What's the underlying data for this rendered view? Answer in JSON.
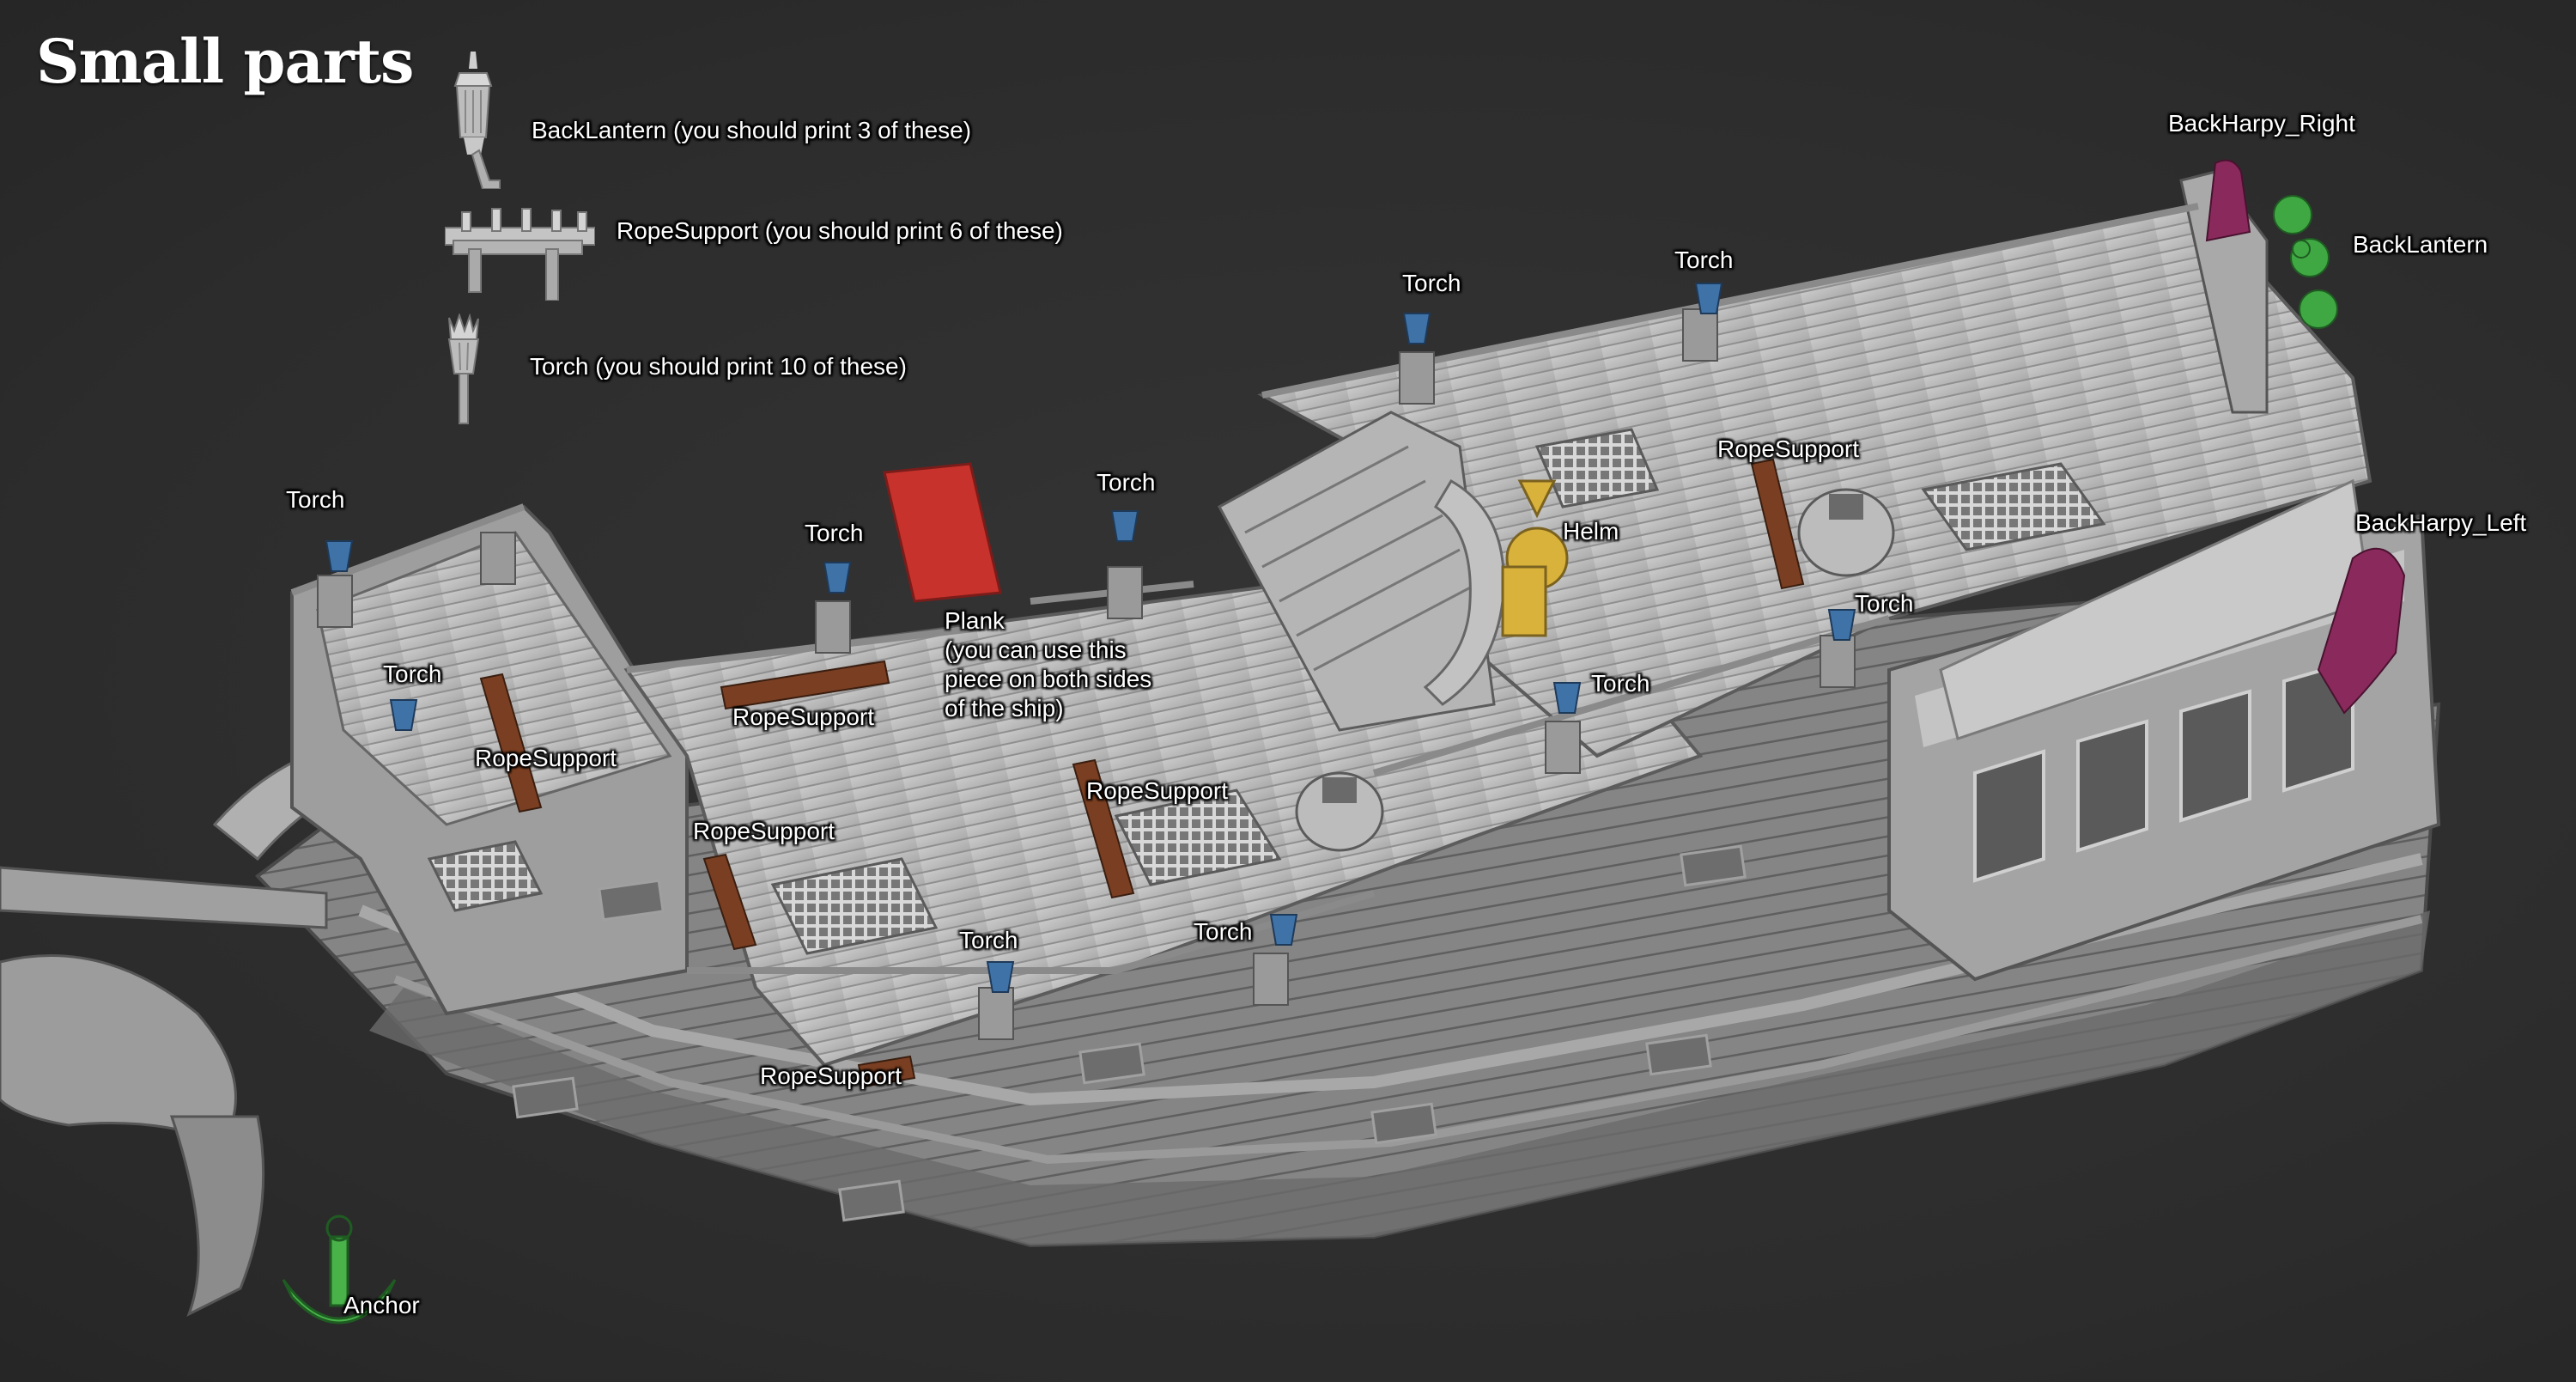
{
  "title": "Small parts",
  "legend": [
    {
      "text": "BackLantern (you should print 3 of these)",
      "icon": "lantern-icon"
    },
    {
      "text": "RopeSupport (you should print 6 of these)",
      "icon": "rope-support-icon"
    },
    {
      "text": "Torch (you should print 10 of these)",
      "icon": "torch-icon"
    }
  ],
  "labels": {
    "torch": "Torch",
    "rope_support": "RopeSupport",
    "helm": "Helm",
    "anchor": "Anchor",
    "back_lantern": "BackLantern",
    "back_harpy_right": "BackHarpy_Right",
    "back_harpy_left": "BackHarpy_Left",
    "plank_l1": "Plank",
    "plank_l2": "(you can use this",
    "plank_l3": "piece on both sides",
    "plank_l4": "of the ship)"
  },
  "part_colors": {
    "torch": "#3f73a8",
    "rope_support": "#7a3f22",
    "helm": "#d9b23c",
    "anchor": "#49b34a",
    "back_lantern": "#3fa843",
    "back_harpy": "#8a2a5c",
    "plank": "#c8322c",
    "ship": "#bdbdbd"
  }
}
